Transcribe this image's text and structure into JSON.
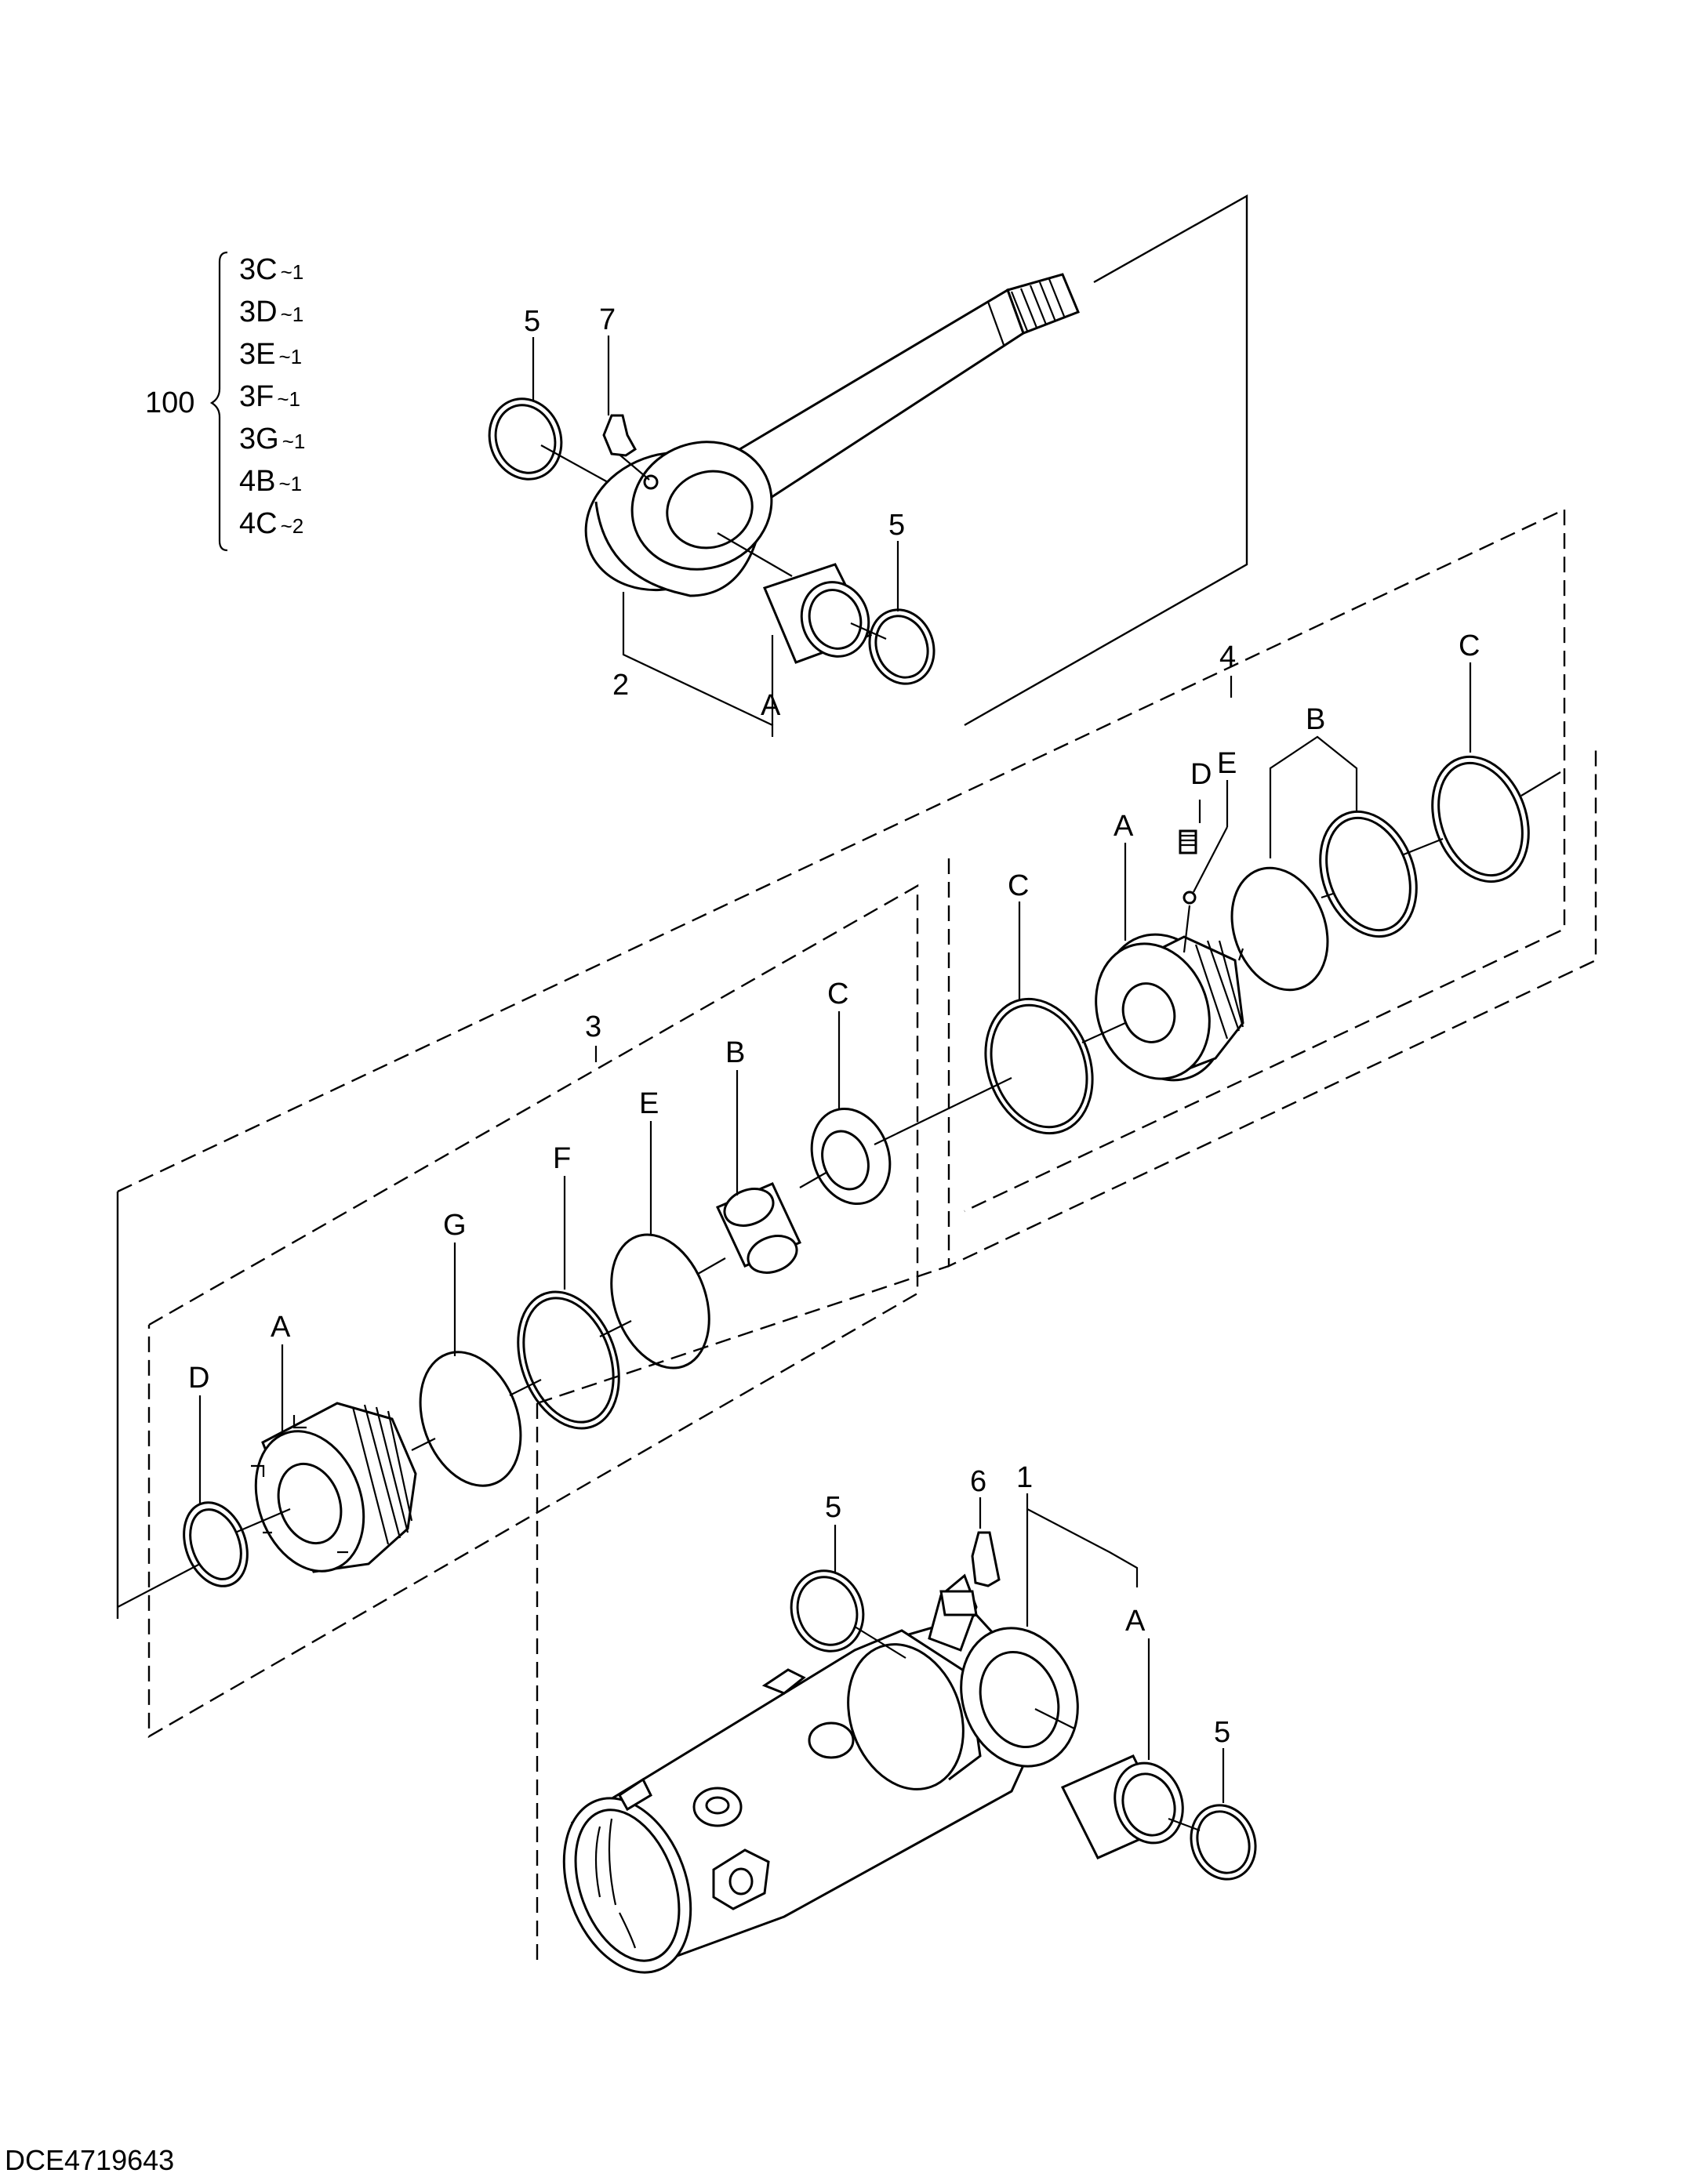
{
  "assembly_ref": {
    "number": "100",
    "items": [
      {
        "code": "3C",
        "qty": "~1"
      },
      {
        "code": "3D",
        "qty": "~1"
      },
      {
        "code": "3E",
        "qty": "~1"
      },
      {
        "code": "3F",
        "qty": "~1"
      },
      {
        "code": "3G",
        "qty": "~1"
      },
      {
        "code": "4B",
        "qty": "~1"
      },
      {
        "code": "4C",
        "qty": "~2"
      }
    ]
  },
  "callouts": {
    "rod": {
      "rod_part": "2",
      "bushing": "A",
      "dust_seal_left": "5",
      "dust_seal_right": "5",
      "grease_fitting": "7"
    },
    "head_group": {
      "group": "3",
      "gland": "A",
      "bushing": "B",
      "buffer_seal": "C",
      "d_wiper": "D",
      "e_ring": "E",
      "f_ring": "F",
      "g_ring": "G"
    },
    "piston_group": {
      "group": "4",
      "piston": "A",
      "wear_rings": "B",
      "seal_left": "C",
      "seal_right": "C",
      "set_screw": "D",
      "steel_ball": "E"
    },
    "tube": {
      "tube_part": "1",
      "bushing": "A",
      "dust_seal_left": "5",
      "dust_seal_right": "5",
      "grease_fitting": "6"
    }
  },
  "footer": {
    "drawing_code": "DCE4719643"
  }
}
